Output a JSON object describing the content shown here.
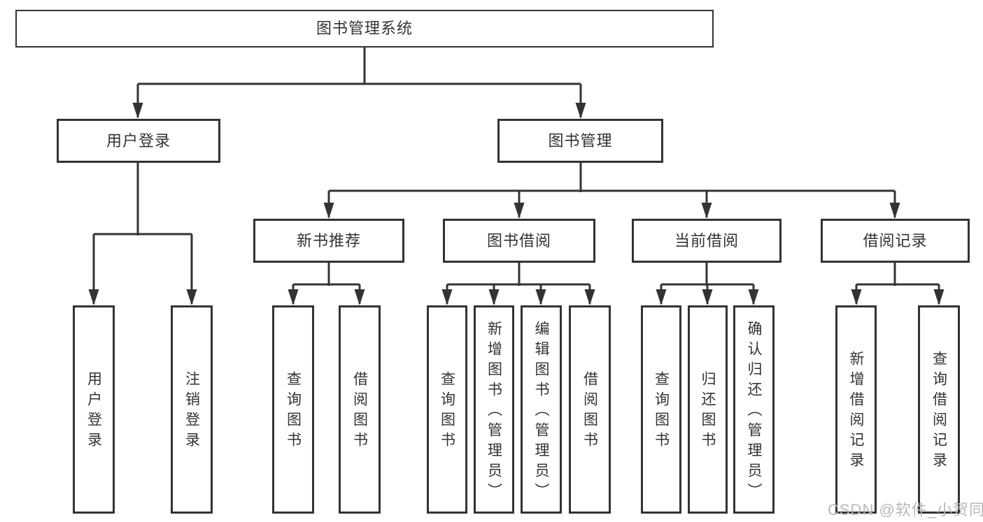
{
  "nodes": {
    "root": "图书管理系统",
    "user_login": "用户登录",
    "book_management": "图书管理",
    "user_login_leaf": "用户登录",
    "logout_leaf": "注销登录",
    "new_book_recommend": "新书推荐",
    "book_borrow": "图书借阅",
    "current_borrow": "当前借阅",
    "borrow_records": "借阅记录",
    "nbr_query_books": "查询图书",
    "nbr_borrow_books": "借阅图书",
    "bb_query_books": "查询图书",
    "bb_add_books": "新增图书（管理员）",
    "bb_edit_books": "编辑图书（管理员）",
    "bb_borrow_books": "借阅图书",
    "cb_query_books": "查询图书",
    "cb_return_books": "归还图书",
    "cb_confirm_return": "确认归还（管理员）",
    "br_add_record": "新增借阅记录",
    "br_query_record": "查询借阅记录"
  },
  "watermark": "CSDN @软件_小贺同学",
  "colors": {
    "line": "#333333",
    "text": "#333333",
    "background": "#ffffff",
    "watermark": "#b9b9b9"
  }
}
